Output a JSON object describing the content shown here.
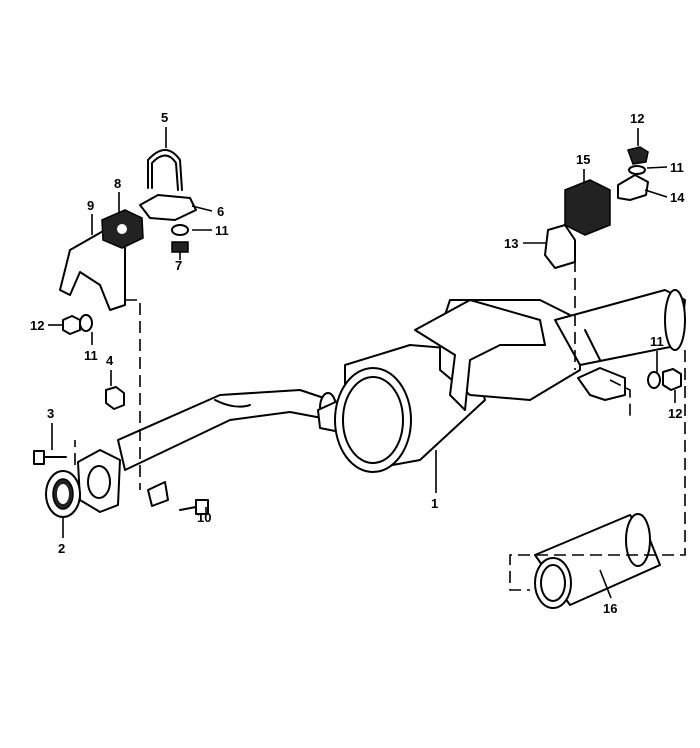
{
  "diagram": {
    "title": "Exhaust system parts diagram",
    "callouts": {
      "muffler": "1",
      "gasket_ring": "2",
      "bolt_flange": "3",
      "nut_flange": "4",
      "u_bolt": "5",
      "clamp_plate": "6",
      "nut_clamp": "7",
      "rubber_mount_left": "8",
      "bracket_left": "9",
      "bolt_pipe": "10",
      "washer_top_left": "11",
      "washer_left": "11",
      "nut_left": "12",
      "nut_top_right": "12",
      "washer_top_right": "11",
      "bracket_right_small": "14",
      "rubber_mount_right": "15",
      "clamp_right": "13",
      "washer_right": "11",
      "nut_right": "12",
      "tailpipe_tip": "16"
    }
  }
}
